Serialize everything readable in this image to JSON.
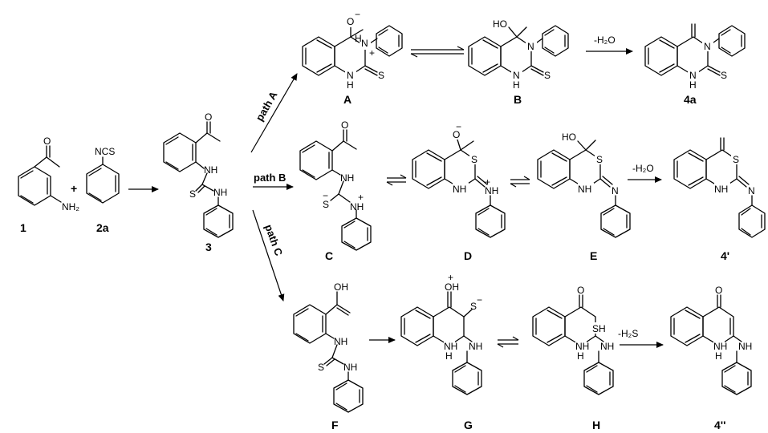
{
  "compounds": {
    "c1": {
      "label": "1",
      "atoms": {
        "o": "O",
        "nh2": "NH₂"
      }
    },
    "c2a": {
      "label": "2a",
      "atoms": {
        "ncs": "NCS"
      }
    },
    "c3": {
      "label": "3",
      "atoms": {
        "o": "O",
        "nh1": "NH",
        "s": "S",
        "nh2": "NH"
      }
    },
    "cA": {
      "label": "A",
      "atoms": {
        "o": "O",
        "och": "−",
        "n": "N",
        "h": "H",
        "nch": "+",
        "nh": "N",
        "nhh": "H",
        "s": "S"
      }
    },
    "cB": {
      "label": "B",
      "atoms": {
        "ho": "HO",
        "n": "N",
        "nh": "N",
        "nhh": "H",
        "s": "S"
      }
    },
    "c4a": {
      "label": "4a",
      "atoms": {
        "n": "N",
        "nh": "N",
        "nhh": "H",
        "s": "S"
      }
    },
    "cC": {
      "label": "C",
      "atoms": {
        "o": "O",
        "nh1": "NH",
        "s": "S",
        "sch": "−",
        "nh2": "NH",
        "nch": "+"
      }
    },
    "cD": {
      "label": "D",
      "atoms": {
        "o": "O",
        "och": "−",
        "s": "S",
        "nh": "NH",
        "nh2": "NH",
        "nch": "+"
      }
    },
    "cE": {
      "label": "E",
      "atoms": {
        "ho": "HO",
        "s": "S",
        "nh": "NH",
        "n": "N"
      }
    },
    "c4p": {
      "label": "4'",
      "atoms": {
        "s": "S",
        "nh": "NH",
        "n": "N"
      }
    },
    "cF": {
      "label": "F",
      "atoms": {
        "oh": "OH",
        "nh1": "NH",
        "s": "S",
        "nh2": "NH"
      }
    },
    "cG": {
      "label": "G",
      "atoms": {
        "oh": "OH",
        "ohch": "+",
        "s": "S",
        "sch": "−",
        "nh": "NH",
        "h": "H",
        "nh2": "NH"
      }
    },
    "cH": {
      "label": "H",
      "atoms": {
        "o": "O",
        "sh": "SH",
        "nh": "NH",
        "h": "H",
        "nh2": "NH"
      }
    },
    "c4pp": {
      "label": "4''",
      "atoms": {
        "o": "O",
        "nh": "NH",
        "h": "H",
        "nh2": "NH"
      }
    }
  },
  "operators": {
    "plus": "+"
  },
  "paths": {
    "a": "path A",
    "b": "path B",
    "c": "path C"
  },
  "conditions": {
    "h2o_1": "-H₂O",
    "h2o_2": "-H₂O",
    "h2s": "-H₂S"
  }
}
